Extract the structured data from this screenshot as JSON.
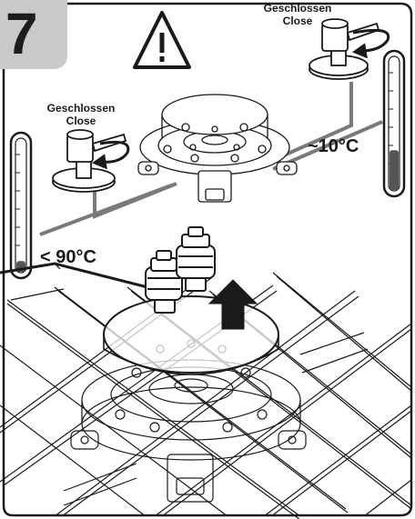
{
  "step": {
    "number": "7"
  },
  "valve_left": {
    "label_de": "Geschlossen",
    "label_en": "Close"
  },
  "valve_right": {
    "label_de": "Geschlossen",
    "label_en": "Close"
  },
  "temperature_hot": {
    "label": "< 90°C",
    "level": 0.08
  },
  "temperature_cold": {
    "label": "~10°C",
    "level": 0.3
  },
  "colors": {
    "tab": "#c9c9c9",
    "line": "#1a1a1a",
    "pipe": "#7a7a7a",
    "fill": "#555555"
  },
  "icons": [
    "warning-icon",
    "arrow-up-icon",
    "rotate-arrow-icon"
  ]
}
